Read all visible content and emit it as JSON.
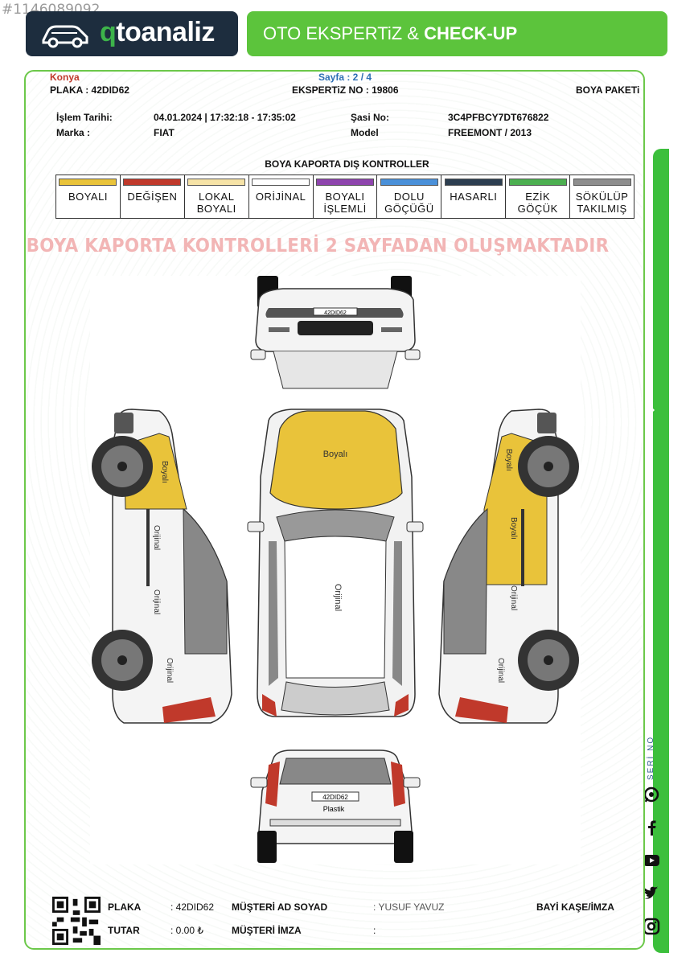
{
  "watermark_id": "#1146089092",
  "logo": {
    "prefix": "q",
    "rest": "toanaliz"
  },
  "header": {
    "banner_part1": "OTO EKSPERTiZ & ",
    "banner_part2": "CHECK-UP"
  },
  "report": {
    "location": "Konya",
    "page": "Sayfa : 2 / 4",
    "plate_line": "PLAKA : 42DID62",
    "expertise_no": "EKSPERTiZ NO : 19806",
    "package": "BOYA PAKETi"
  },
  "info": {
    "islem_label": "İşlem Tarihi:",
    "islem_value": "04.01.2024 | 17:32:18 - 17:35:02",
    "sasi_label": "Şasi No:",
    "sasi_value": "3C4PFBCY7DT676822",
    "marka_label": "Marka :",
    "marka_value": "FIAT",
    "model_label": "Model",
    "model_value": "FREEMONT / 2013"
  },
  "section_title": "BOYA KAPORTA DIŞ KONTROLLER",
  "legend": [
    {
      "label": "BOYALI",
      "color": "#e9c33a"
    },
    {
      "label": "DEĞİŞEN",
      "color": "#c0392b"
    },
    {
      "label": "LOKAL\nBOYALI",
      "color": "#f6e3a7"
    },
    {
      "label": "ORİJİNAL",
      "color": "#ffffff"
    },
    {
      "label": "BOYALI\nİŞLEMLİ",
      "color": "#8e44ad"
    },
    {
      "label": "DOLU\nGÖÇÜĞÜ",
      "color": "#4a90d9"
    },
    {
      "label": "HASARLI",
      "color": "#2c3e50"
    },
    {
      "label": "EZİK\nGÖÇÜK",
      "color": "#4caf50"
    },
    {
      "label": "SÖKÜLÜP\nTAKILMIŞ",
      "color": "#8e8e8e"
    }
  ],
  "notice": "BOYA KAPORTA KONTROLLERİ 2 SAYFADAN OLUŞMAKTADIR",
  "car_labels": {
    "front_plate": "42DID62",
    "hood": "Boyalı",
    "roof": "Orijinal",
    "rear_plate": "42DID62",
    "rear_bumper": "Plastik",
    "left_fender": "Boyalı",
    "left_front_door": "Orijinal",
    "left_rear_door": "Orijinal",
    "left_quarter": "Orijinal",
    "right_fender": "Boyalı",
    "right_front_door": "Boyalı",
    "right_rear_door": "Orijinal",
    "right_quarter": "Orijinal"
  },
  "side": {
    "seri": "SERİ NO"
  },
  "footer": {
    "plaka_label": "PLAKA",
    "plaka_value": ": 42DID62",
    "tutar_label": "TUTAR",
    "tutar_value": ": 0.00 ₺",
    "musteri_label": "MÜŞTERİ AD SOYAD",
    "musteri_value": ": YUSUF YAVUZ",
    "imza_label": "MÜŞTERİ İMZA",
    "imza_value": ":",
    "bayi_label": "BAYİ KAŞE/İMZA"
  },
  "colors": {
    "green": "#5cc43c",
    "navy": "#1d2d3e",
    "paint_yellow": "#e9c33a",
    "changed_red": "#c0392b"
  }
}
